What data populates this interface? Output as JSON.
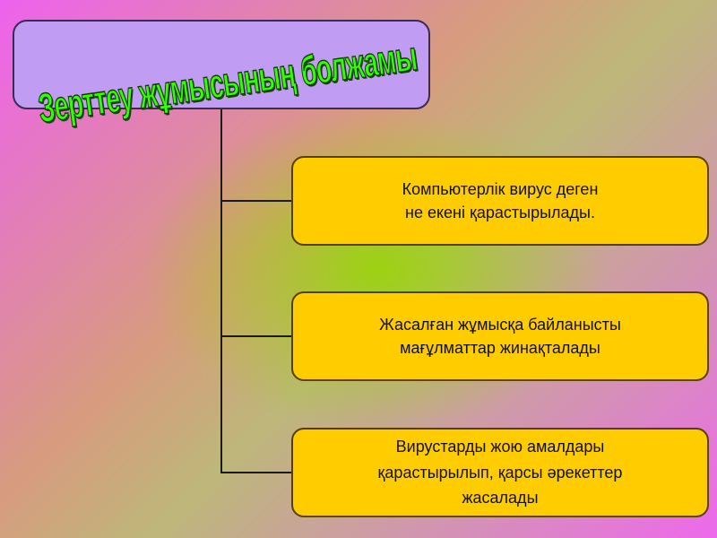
{
  "diagram": {
    "title": "Зерттеу жұмысының болжамы",
    "items": [
      {
        "text": "Компьютерлік вирус деген\nне екені қарастырылады."
      },
      {
        "text": "Жасалған жұмысқа байланысты\nмағұлматтар жинақталады"
      },
      {
        "text": "Вирустарды жою амалдары\nқарастырылып, қарсы әрекеттер\nжасалады"
      }
    ]
  },
  "colors": {
    "title_box": "#c09cf2",
    "title_text": "#33ff00",
    "item_box": "#ffcc00"
  }
}
